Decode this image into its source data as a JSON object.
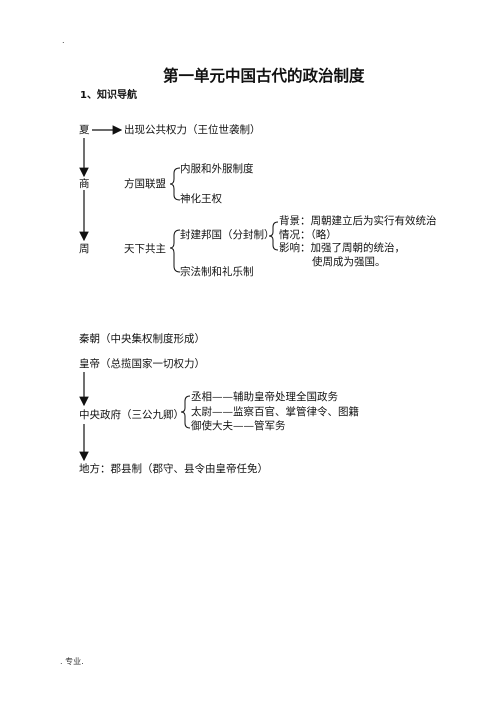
{
  "header": {
    "dot": "."
  },
  "title": "第一单元中国古代的政治制度",
  "section": "1、知识导航",
  "xia": {
    "label": "夏",
    "desc": "出现公共权力（王位世袭制）"
  },
  "shang": {
    "label": "商",
    "sub": "方国联盟",
    "items": [
      "内服和外服制度",
      "神化王权"
    ]
  },
  "zhou": {
    "label": "周",
    "sub": "天下共主",
    "items": [
      "封建邦国（分封制）",
      "宗法制和礼乐制"
    ],
    "fengjian": {
      "bg": "背景：周朝建立后为实行有效统治",
      "situation": "情况：（略）",
      "impact1": "影响：加强了周朝的统治，",
      "impact2": "使周成为强国。"
    }
  },
  "qin": {
    "dynasty": "秦朝（中央集权制度形成）",
    "emperor": "皇帝（总揽国家一切权力）",
    "central": "中央政府（三公九卿）",
    "officials": [
      "丞相——辅助皇帝处理全国政务",
      "太尉——监察百官、掌管律令、图籍",
      "御使大夫——管军务"
    ],
    "local": "地方：郡县制（郡守、县令由皇帝任免）"
  },
  "footer": ". 专业."
}
